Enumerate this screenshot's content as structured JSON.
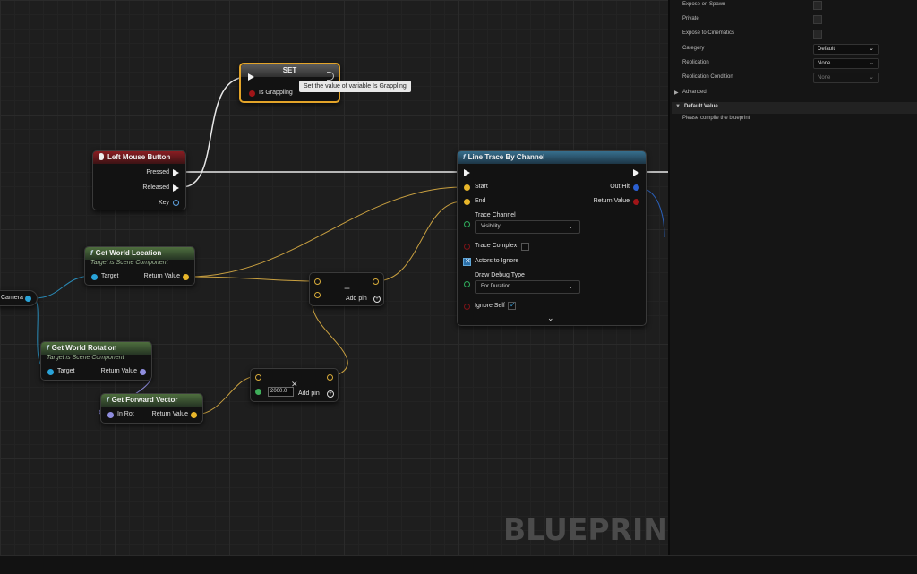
{
  "panel": {
    "rows": [
      {
        "label": "Expose on Spawn",
        "type": "check"
      },
      {
        "label": "Private",
        "type": "check"
      },
      {
        "label": "Expose to Cinematics",
        "type": "check"
      },
      {
        "label": "Category",
        "type": "drop",
        "value": "Default"
      },
      {
        "label": "Replication",
        "type": "drop",
        "value": "None"
      },
      {
        "label": "Replication Condition",
        "type": "drop",
        "value": "None"
      }
    ],
    "advanced": "Advanced",
    "default_value_section": "Default Value",
    "compile_message": "Please compile the blueprint"
  },
  "nodes": {
    "set": {
      "title": "SET",
      "var_label": "Is Grappling"
    },
    "tooltip": "Set the value of variable Is Grappling",
    "lmb": {
      "title": "Left Mouse Button",
      "pressed": "Pressed",
      "released": "Released",
      "key": "Key"
    },
    "gwl": {
      "title": "Get World Location",
      "subtitle": "Target is Scene Component",
      "target": "Target",
      "ret": "Return Value"
    },
    "camera": {
      "label": "Camera"
    },
    "gwr": {
      "title": "Get World Rotation",
      "subtitle": "Target is Scene Component",
      "target": "Target",
      "ret": "Return Value"
    },
    "gfv": {
      "title": "Get Forward Vector",
      "in_rot": "In Rot",
      "ret": "Return Value"
    },
    "add1": {
      "add_pin": "Add pin",
      "plus": "+"
    },
    "add2": {
      "add_pin": "Add pin",
      "value": "2000.0"
    },
    "lt": {
      "title": "Line Trace By Channel",
      "start": "Start",
      "end": "End",
      "out_hit": "Out Hit",
      "return_value": "Return Value",
      "trace_channel": "Trace Channel",
      "trace_channel_value": "Visibility",
      "trace_complex": "Trace Complex",
      "actors_to_ignore": "Actors to Ignore",
      "draw_debug_type": "Draw Debug Type",
      "draw_debug_value": "For Duration",
      "ignore_self": "Ignore Self"
    }
  },
  "watermark": "BLUEPRINT",
  "colors": {
    "exec": "#f2f2f2",
    "vector": "#e8b62a",
    "object": "#29a3d8",
    "bool": "#a01518",
    "rotator": "#8f8dde"
  }
}
